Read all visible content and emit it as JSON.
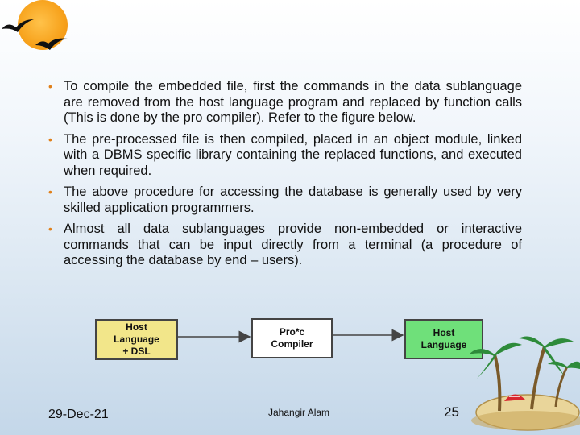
{
  "slide": {
    "bullets": [
      "To compile the embedded file, first the commands in the data sublanguage are removed from the host language program and replaced by function calls (This is done by the pro compiler). Refer to the figure below.",
      "The pre-processed file is then compiled, placed in an object module, linked with a DBMS specific library containing the replaced functions, and executed when required.",
      "The above procedure for accessing the database is generally used by very skilled application programmers.",
      "Almost all data sublanguages provide non-embedded or interactive commands that can be input directly from a terminal (a procedure of accessing the database by end – users)."
    ],
    "diagram": {
      "host_lines": [
        "Host",
        "Language",
        "+ DSL"
      ],
      "compiler_lines": [
        "Pro*c",
        "Compiler"
      ],
      "output_lines": [
        "Host",
        "Language"
      ]
    }
  },
  "footer": {
    "date": "29-Dec-21",
    "author": "Jahangir Alam",
    "page": "25"
  },
  "colors": {
    "sun": "#f7a21c",
    "bullet": "#e0801a",
    "host_box": "#f2e68a",
    "output_box": "#6fe07a"
  }
}
